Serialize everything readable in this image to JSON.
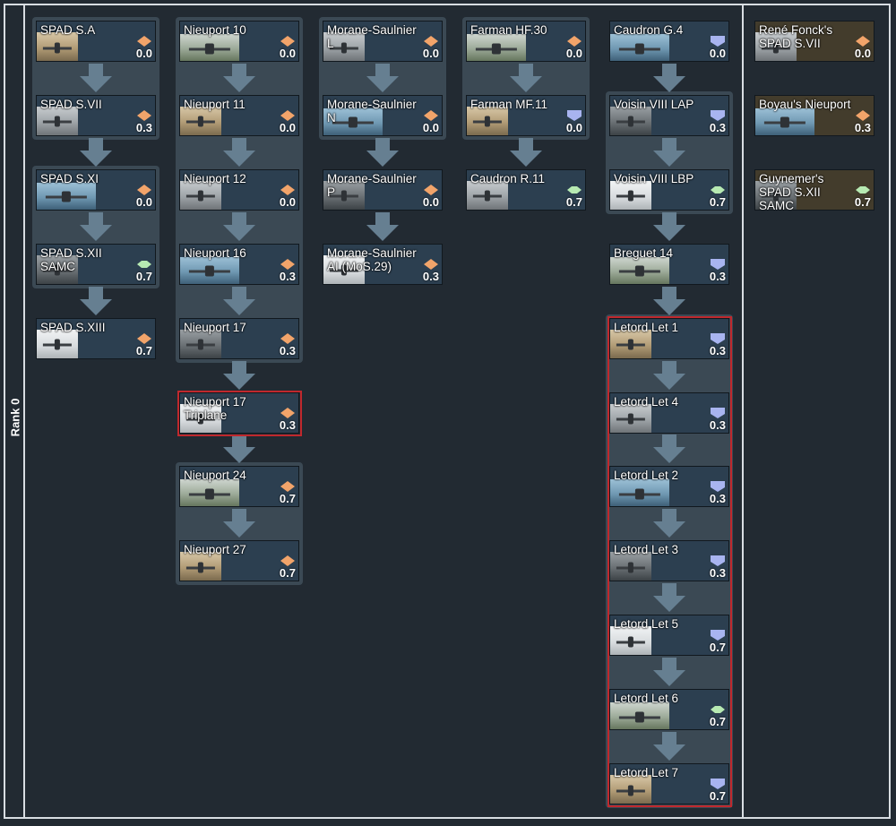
{
  "rank_label": "Rank 0",
  "colors": {
    "fighter": "#f2a46a",
    "bomber": "#a8b4f0",
    "recon": "#b7eab2",
    "premium_card": "#433c2c",
    "tech_card": "#2c3f50",
    "highlight": "#c0282d"
  },
  "columns": [
    {
      "id": "spad",
      "vehicles": [
        {
          "name": "SPAD S.A",
          "br": "0.0",
          "role": "fighter"
        },
        {
          "name": "SPAD S.VII",
          "br": "0.3",
          "role": "fighter"
        },
        {
          "name": "SPAD S.XI",
          "br": "0.0",
          "role": "fighter"
        },
        {
          "name": "SPAD S.XII SAMC",
          "br": "0.7",
          "role": "recon"
        },
        {
          "name": "SPAD S.XIII",
          "br": "0.7",
          "role": "fighter"
        }
      ]
    },
    {
      "id": "nieuport",
      "vehicles": [
        {
          "name": "Nieuport 10",
          "br": "0.0",
          "role": "fighter"
        },
        {
          "name": "Nieuport 11",
          "br": "0.0",
          "role": "fighter"
        },
        {
          "name": "Nieuport 12",
          "br": "0.0",
          "role": "fighter"
        },
        {
          "name": "Nieuport 16",
          "br": "0.3",
          "role": "fighter"
        },
        {
          "name": "Nieuport 17",
          "br": "0.3",
          "role": "fighter"
        },
        {
          "name": "Nieuport 17 Triplane",
          "br": "0.3",
          "role": "fighter"
        },
        {
          "name": "Nieuport 24",
          "br": "0.7",
          "role": "fighter"
        },
        {
          "name": "Nieuport 27",
          "br": "0.7",
          "role": "fighter"
        }
      ]
    },
    {
      "id": "morane",
      "vehicles": [
        {
          "name": "Morane-Saulnier L",
          "br": "0.0",
          "role": "fighter"
        },
        {
          "name": "Morane-Saulnier N",
          "br": "0.0",
          "role": "fighter"
        },
        {
          "name": "Morane-Saulnier P",
          "br": "0.0",
          "role": "fighter"
        },
        {
          "name": "Morane-Saulnier AI (MoS.29)",
          "br": "0.3",
          "role": "fighter"
        }
      ]
    },
    {
      "id": "farman",
      "vehicles": [
        {
          "name": "Farman HF.30",
          "br": "0.0",
          "role": "fighter"
        },
        {
          "name": "Farman MF.11",
          "br": "0.0",
          "role": "bomber"
        },
        {
          "name": "Caudron R.11",
          "br": "0.7",
          "role": "recon"
        }
      ]
    },
    {
      "id": "bombers",
      "vehicles": [
        {
          "name": "Caudron G.4",
          "br": "0.0",
          "role": "bomber"
        },
        {
          "name": "Voisin VIII LAP",
          "br": "0.3",
          "role": "bomber"
        },
        {
          "name": "Voisin VIII LBP",
          "br": "0.7",
          "role": "recon"
        },
        {
          "name": "Breguet 14",
          "br": "0.3",
          "role": "bomber"
        },
        {
          "name": "Letord Let 1",
          "br": "0.3",
          "role": "bomber"
        },
        {
          "name": "Letord Let 4",
          "br": "0.3",
          "role": "bomber"
        },
        {
          "name": "Letord Let 2",
          "br": "0.3",
          "role": "bomber"
        },
        {
          "name": "Letord Let 3",
          "br": "0.3",
          "role": "bomber"
        },
        {
          "name": "Letord Let 5",
          "br": "0.7",
          "role": "bomber"
        },
        {
          "name": "Letord Let 6",
          "br": "0.7",
          "role": "recon"
        },
        {
          "name": "Letord Let 7",
          "br": "0.7",
          "role": "bomber"
        }
      ]
    }
  ],
  "premium": [
    {
      "name": "René Fonck's SPAD S.VII",
      "br": "0.0",
      "role": "fighter"
    },
    {
      "name": "Boyau's Nieuport",
      "br": "0.3",
      "role": "fighter"
    },
    {
      "name": "Guynemer's SPAD S.XII SAMC",
      "br": "0.7",
      "role": "recon"
    }
  ]
}
